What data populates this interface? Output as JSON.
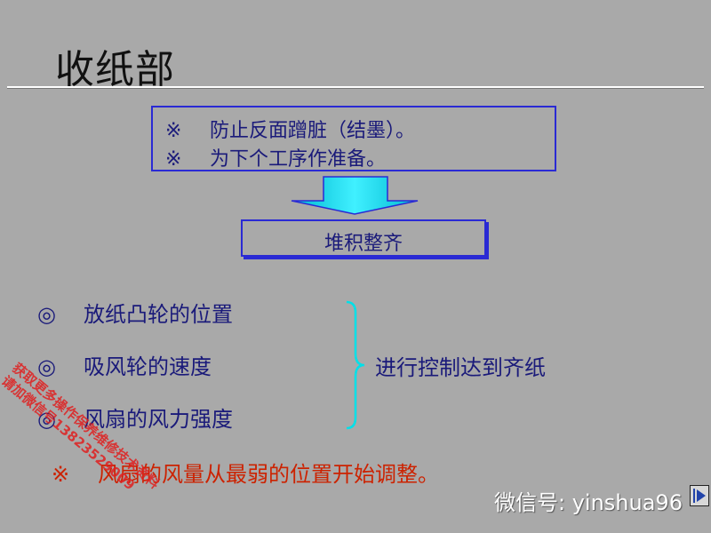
{
  "title": "收纸部",
  "goals": [
    {
      "mark": "※",
      "text": "防止反面蹭脏（结墨）。"
    },
    {
      "mark": "※",
      "text": "为下个工序作准备。"
    }
  ],
  "result": "堆积整齐",
  "factors": [
    {
      "mark": "◎",
      "text": "放纸凸轮的位置"
    },
    {
      "mark": "◎",
      "text": "吸风轮的速度"
    },
    {
      "mark": "◎",
      "text": "风扇的风力强度"
    }
  ],
  "control_label": "进行控制达到齐纸",
  "note": {
    "mark": "※",
    "text": "风扇的风量从最弱的位置开始调整。"
  },
  "watermark": {
    "line1": "获取更多操作保养维修技术资料",
    "line2": "请加微信号13823529009"
  },
  "wechat_id": "微信号: yinshua96",
  "colors": {
    "background": "#a9a9a9",
    "box_border": "#2a2ad4",
    "text": "#1a1a7a",
    "note": "#cc2200",
    "arrow_fill": "#00ccdd"
  },
  "icons": {
    "arrow": "down-arrow-icon",
    "play": "play-icon"
  }
}
